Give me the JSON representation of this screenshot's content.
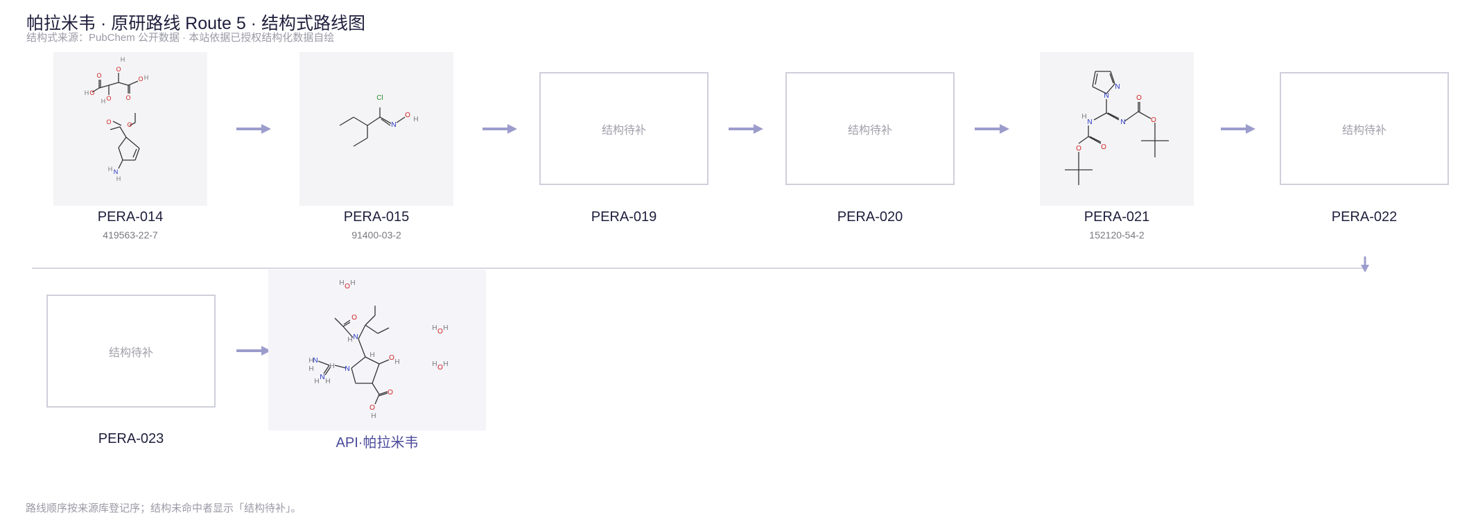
{
  "header": {
    "title": "帕拉米韦 · 原研路线 Route 5 · 结构式路线图",
    "subtitle": "结构式来源：PubChem 公开数据 · 本站依据已授权结构化数据自绘"
  },
  "placeholder_text": "结构待补",
  "nodes": [
    {
      "code": "PERA-014",
      "cas": "419563-22-7"
    },
    {
      "code": "PERA-015",
      "cas": "91400-03-2"
    },
    {
      "code": "PERA-019",
      "cas": ""
    },
    {
      "code": "PERA-020",
      "cas": ""
    },
    {
      "code": "PERA-021",
      "cas": "152120-54-2"
    },
    {
      "code": "PERA-022",
      "cas": ""
    },
    {
      "code": "PERA-023",
      "cas": ""
    },
    {
      "code": "API·帕拉米韦",
      "cas": ""
    }
  ],
  "footer": {
    "note": "路线顺序按来源库登记序；结构未命中者显示「结构待补」。"
  },
  "colors": {
    "arrow": "#9c9ccc",
    "title": "#1e1e3c",
    "api_label": "#4a4a9a",
    "atom_o": "#d02020",
    "atom_n": "#2030c0"
  }
}
